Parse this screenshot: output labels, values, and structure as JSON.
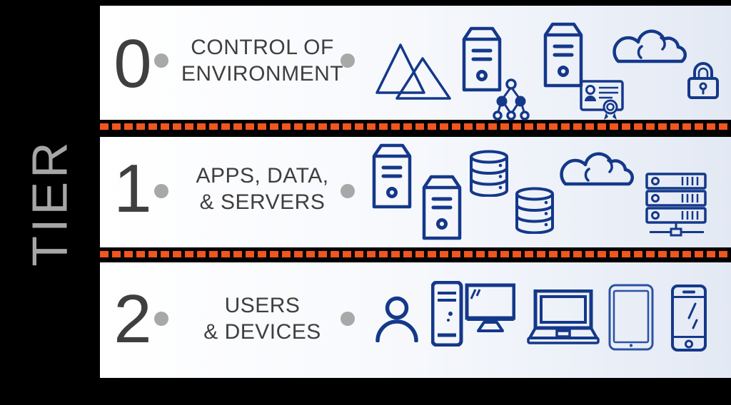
{
  "axis_label": "TIER",
  "tiers": [
    {
      "number": "0",
      "label_line1": "CONTROL OF",
      "label_line2": "ENVIRONMENT",
      "icons": [
        "mountains-icon",
        "server-icon",
        "network-tree-icon",
        "server-icon",
        "certificate-icon",
        "cloud-icon",
        "lock-icon"
      ]
    },
    {
      "number": "1",
      "label_line1": "APPS, DATA,",
      "label_line2": "& SERVERS",
      "icons": [
        "server-icon",
        "server-icon",
        "database-icon",
        "database-icon",
        "cloud-icon",
        "server-rack-icon"
      ]
    },
    {
      "number": "2",
      "label_line1": "USERS",
      "label_line2": "& DEVICES",
      "icons": [
        "person-icon",
        "desktop-computer-icon",
        "laptop-icon",
        "tablet-icon",
        "smartphone-icon"
      ]
    }
  ],
  "colors": {
    "background": "#000000",
    "band_gradient_left": "#ffffff",
    "band_gradient_right": "#e3e9f4",
    "divider_dash": "#f0561e",
    "icon_blue": "#14388a",
    "text_dark": "#3f3f3f",
    "bullet_gray": "#a8a8a8",
    "axis_gray": "#a6a6a6"
  }
}
